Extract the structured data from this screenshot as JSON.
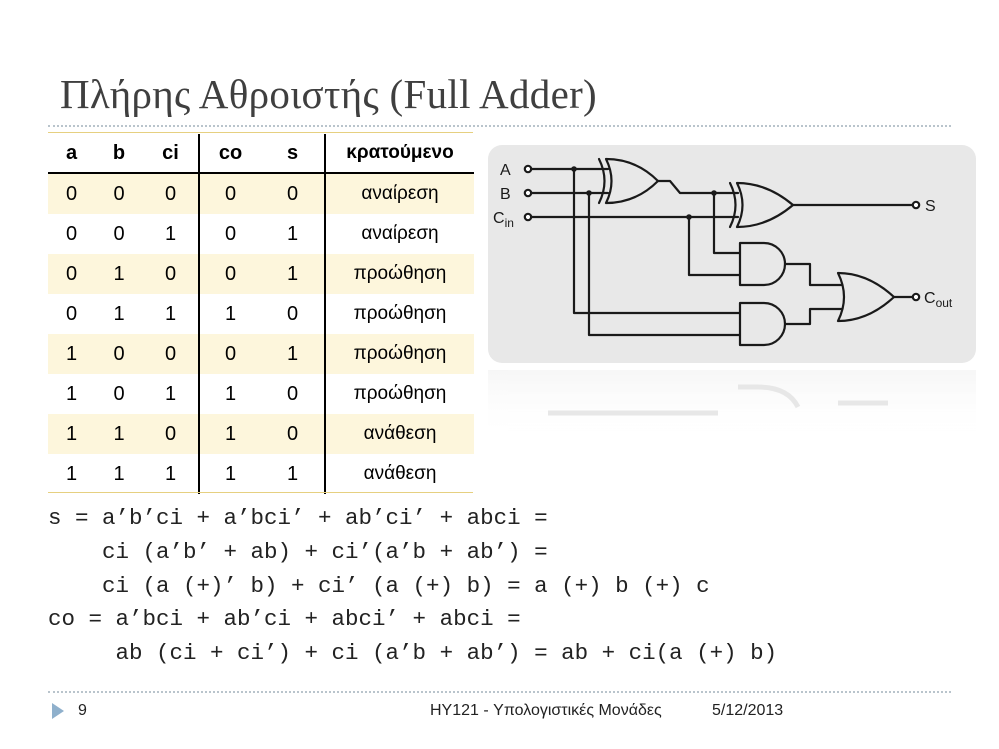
{
  "slide": {
    "title": "Πλήρης Αθροιστής (Full Adder)",
    "table": {
      "headers": [
        "a",
        "b",
        "ci",
        "co",
        "s",
        "κρατούμενο"
      ],
      "rows": [
        [
          "0",
          "0",
          "0",
          "0",
          "0",
          "αναίρεση"
        ],
        [
          "0",
          "0",
          "1",
          "0",
          "1",
          "αναίρεση"
        ],
        [
          "0",
          "1",
          "0",
          "0",
          "1",
          "προώθηση"
        ],
        [
          "0",
          "1",
          "1",
          "1",
          "0",
          "προώθηση"
        ],
        [
          "1",
          "0",
          "0",
          "0",
          "1",
          "προώθηση"
        ],
        [
          "1",
          "0",
          "1",
          "1",
          "0",
          "προώθηση"
        ],
        [
          "1",
          "1",
          "0",
          "1",
          "0",
          "ανάθεση"
        ],
        [
          "1",
          "1",
          "1",
          "1",
          "1",
          "ανάθεση"
        ]
      ]
    },
    "circuit": {
      "inputs": [
        "A",
        "B",
        "C",
        "in"
      ],
      "outputs": [
        "S",
        "C",
        "out"
      ]
    },
    "equations": [
      "s = a’b’ci + a’bci’ + ab’ci’ + abci =",
      "    ci (a’b’ + ab) + ci’(a’b + ab’) =",
      "    ci (a (+)’ b) + ci’ (a (+) b) = a (+) b (+) c",
      "co = a’bci + ab’ci + abci’ + abci =",
      "     ab (ci + ci’) + ci (a’b + ab’) = ab + ci(a (+) b)"
    ]
  },
  "footer": {
    "page_number": "9",
    "course": "HY121 - Υπολογιστικές Μονάδες",
    "date": "5/12/2013"
  }
}
